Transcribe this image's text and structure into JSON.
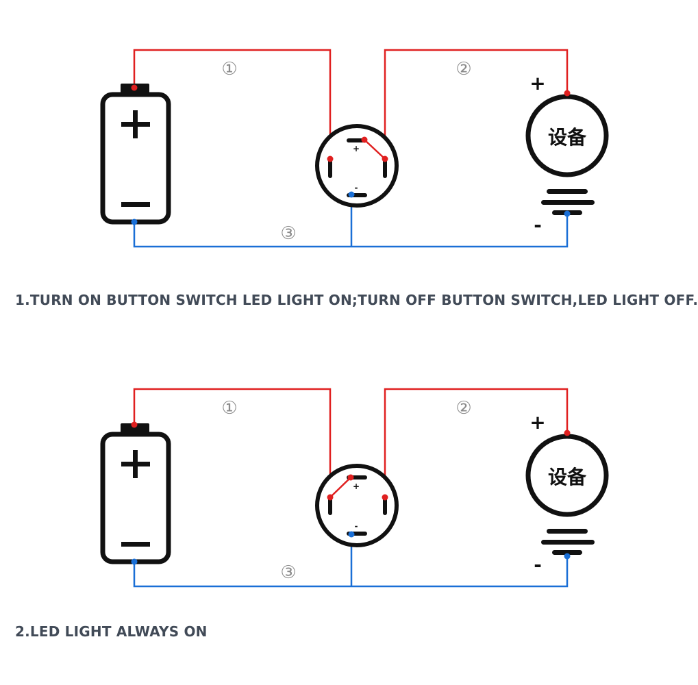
{
  "colors": {
    "positive_wire": "#e02020",
    "negative_wire": "#1a6fd6",
    "outline": "#111111",
    "circle_label": "#8a8a8a",
    "caption_text": "#414a57"
  },
  "diagrams": [
    {
      "wire_labels": [
        "①",
        "②",
        "③"
      ],
      "device_label": "设备",
      "device_plus": "+",
      "device_minus": "-",
      "battery_plus": "+",
      "battery_minus": "−",
      "switch_plus": "+",
      "switch_minus": "-",
      "caption": "1.TURN ON BUTTON SWITCH LED LIGHT ON;TURN OFF BUTTON SWITCH,LED LIGHT OFF."
    },
    {
      "wire_labels": [
        "①",
        "②",
        "③"
      ],
      "device_label": "设备",
      "device_plus": "+",
      "device_minus": "-",
      "battery_plus": "+",
      "battery_minus": "−",
      "switch_plus": "+",
      "switch_minus": "-",
      "caption": "2.LED LIGHT ALWAYS ON"
    }
  ]
}
